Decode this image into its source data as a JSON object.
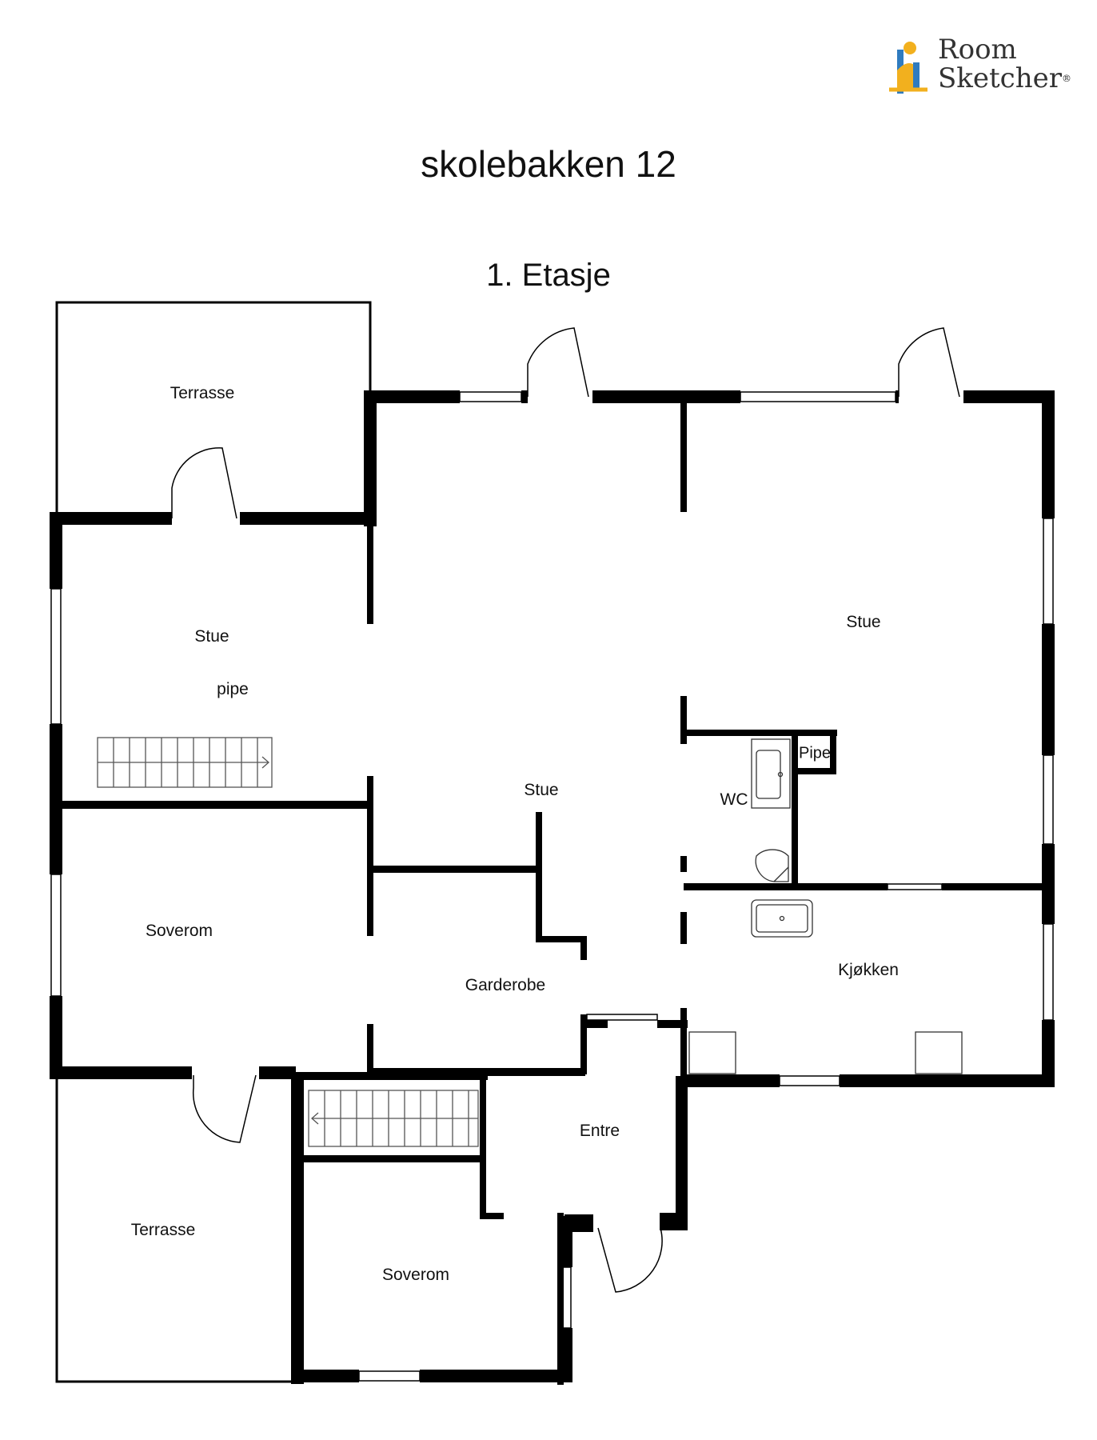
{
  "title": "skolebakken 12",
  "subtitle": "1. Etasje",
  "logo": {
    "line1": "Room",
    "line2": "Sketcher",
    "mark": "®",
    "icon": "roomsketcher-mascot-icon"
  },
  "rooms": [
    {
      "id": "terrasse-top",
      "label": "Terrasse"
    },
    {
      "id": "stue-west",
      "label": "Stue"
    },
    {
      "id": "pipe-west",
      "label": "pipe"
    },
    {
      "id": "stue-center",
      "label": "Stue"
    },
    {
      "id": "stue-east",
      "label": "Stue"
    },
    {
      "id": "pipe-east",
      "label": "Pipe"
    },
    {
      "id": "wc",
      "label": "WC"
    },
    {
      "id": "soverom-west",
      "label": "Soverom"
    },
    {
      "id": "garderobe",
      "label": "Garderobe"
    },
    {
      "id": "kjokken",
      "label": "Kjøkken"
    },
    {
      "id": "entre",
      "label": "Entre"
    },
    {
      "id": "terrasse-bottom",
      "label": "Terrasse"
    },
    {
      "id": "soverom-south",
      "label": "Soverom"
    }
  ],
  "colors": {
    "wall": "#000000",
    "background": "#ffffff",
    "logo_accent": "#f2b01e",
    "logo_blue": "#2f7bbf"
  }
}
